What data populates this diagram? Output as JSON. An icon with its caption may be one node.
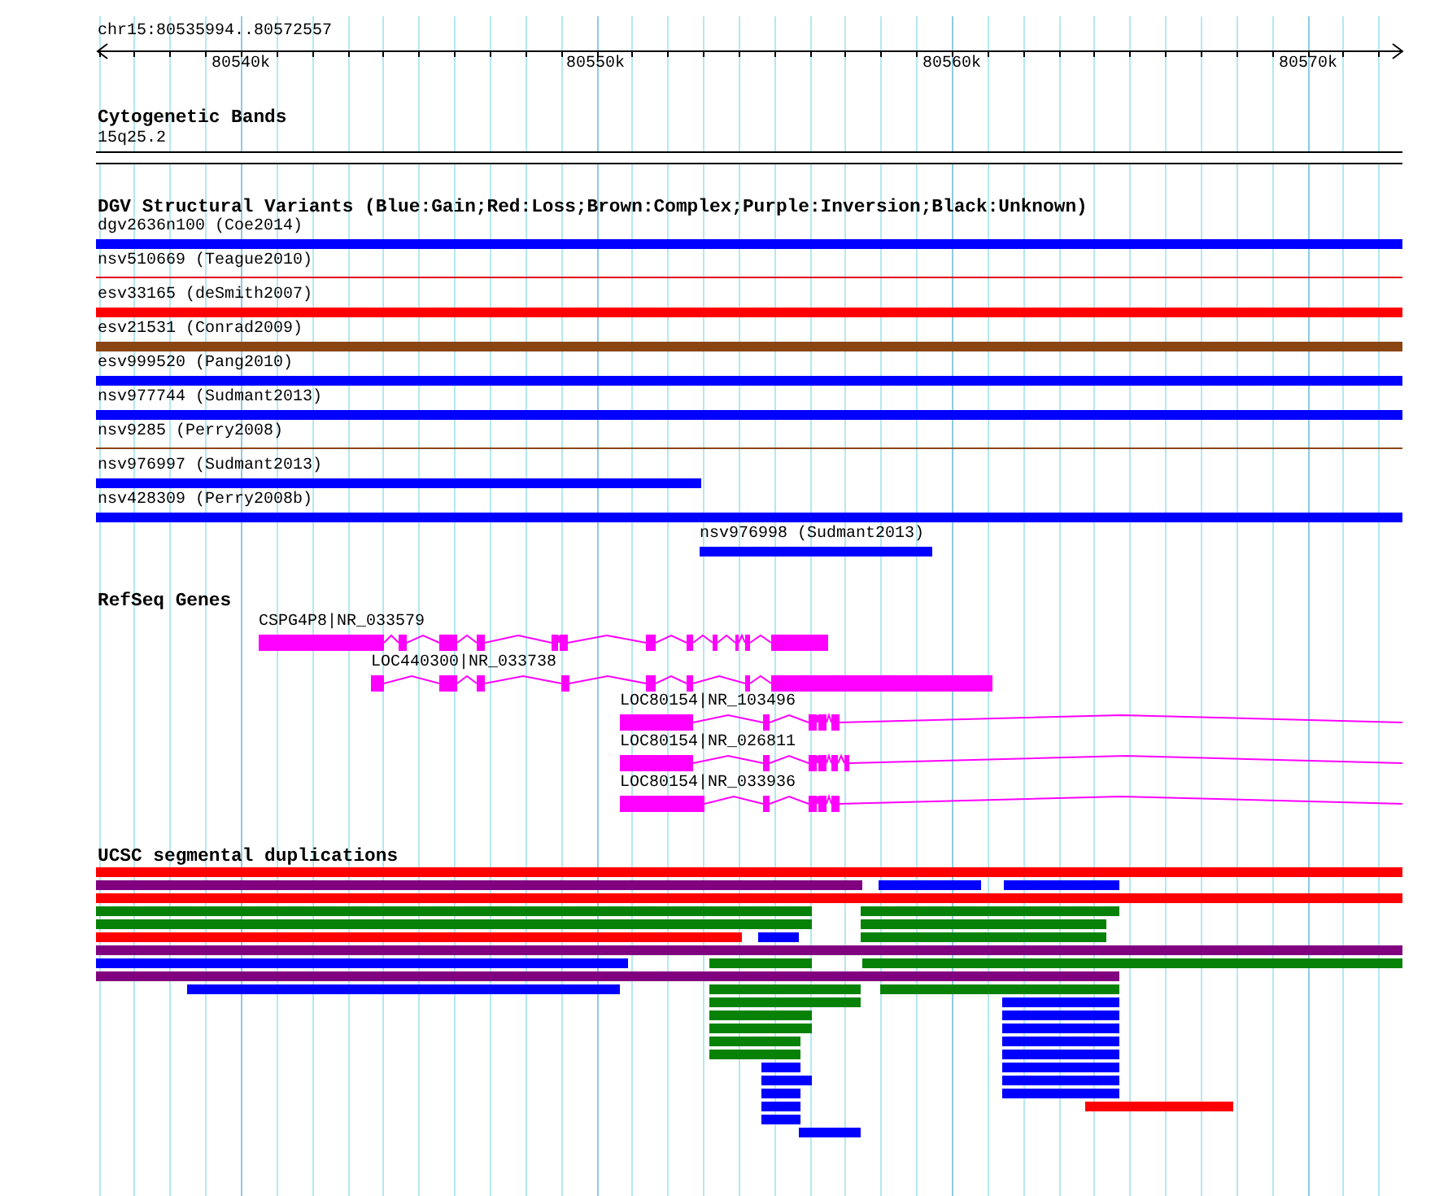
{
  "diagram": {
    "nodes": [
      {
        "text": [
          "15q25.2"
        ]
      },
      {
        "text": [
          "dgv2636n100 (Coe2014)"
        ]
      },
      {
        "text": [
          "nsv510669 (Teague2010)"
        ]
      },
      {
        "text": [
          "esv33165 (deSmith2007)"
        ]
      },
      {
        "text": [
          "esv21531 (Conrad2009)"
        ]
      },
      {
        "text": [
          "esv999520 (Pang2010)"
        ]
      },
      {
        "text": [
          "nsv977744 (Sudmant2013)"
        ]
      },
      {
        "text": [
          "nsv9285 (Perry2008)"
        ]
      },
      {
        "text": [
          "nsv976997 (Sudmant2013)"
        ]
      },
      {
        "text": [
          "nsv428309 (Perry2008b)"
        ]
      },
      {
        "text": [
          "nsv976998 (Sudmant2013)"
        ]
      },
      {
        "text": [
          "CSPG4P8|NR_033579"
        ]
      },
      {
        "text": [
          "LOC440300|NR_033738"
        ]
      },
      {
        "text": [
          "LOC80154|NR_103496"
        ]
      },
      {
        "text": [
          "LOC80154|NR_026811"
        ]
      },
      {
        "text": [
          "LOC80154|NR_033936"
        ]
      },
      {
        "text": [],
        "shape": "bar"
      },
      {
        "text": [],
        "shape": "bar"
      },
      {
        "text": [],
        "shape": "bar"
      },
      {
        "text": [],
        "shape": "bar"
      },
      {
        "text": [],
        "shape": "bar"
      },
      {
        "text": [],
        "shape": "bar"
      },
      {
        "text": [],
        "shape": "bar"
      },
      {
        "text": [],
        "shape": "bar"
      },
      {
        "text": [],
        "shape": "bar"
      },
      {
        "text": [],
        "shape": "bar"
      },
      {
        "text": [],
        "shape": "bar"
      },
      {
        "text": [],
        "shape": "bar"
      },
      {
        "text": [],
        "shape": "bar"
      },
      {
        "text": [],
        "shape": "bar"
      },
      {
        "text": [],
        "shape": "bar"
      },
      {
        "text": [],
        "shape": "bar"
      },
      {
        "text": [],
        "shape": "bar"
      },
      {
        "text": [],
        "shape": "bar"
      },
      {
        "text": [],
        "shape": "bar"
      },
      {
        "text": [],
        "shape": "bar"
      },
      {
        "text": [],
        "shape": "bar"
      },
      {
        "text": [],
        "shape": "bar"
      },
      {
        "text": [],
        "shape": "bar"
      },
      {
        "text": [],
        "shape": "bar"
      },
      {
        "text": [],
        "shape": "bar"
      },
      {
        "text": [],
        "shape": "bar"
      },
      {
        "text": [],
        "shape": "bar"
      },
      {
        "text": [],
        "shape": "bar"
      },
      {
        "text": [],
        "shape": "bar"
      },
      {
        "text": [],
        "shape": "bar"
      },
      {
        "text": [],
        "shape": "bar"
      },
      {
        "text": [],
        "shape": "bar"
      },
      {
        "text": [],
        "shape": "bar"
      },
      {
        "text": [],
        "shape": "bar"
      },
      {
        "text": [],
        "shape": "bar"
      },
      {
        "text": [],
        "shape": "bar"
      },
      {
        "text": [],
        "shape": "bar"
      },
      {
        "text": [],
        "shape": "bar"
      },
      {
        "text": [],
        "shape": "bar"
      },
      {
        "text": [],
        "shape": "bar"
      }
    ],
    "labels": [
      "chr15:80535994..80572557",
      "80540k",
      "80550k",
      "80560k",
      "80570k",
      "Cytogenetic Bands",
      "DGV Structural Variants (Blue:Gain;Red:Loss;Brown:Complex;Purple:Inversion;Black:Unknown)",
      "RefSeq Genes",
      "UCSC segmental duplications"
    ]
  }
}
